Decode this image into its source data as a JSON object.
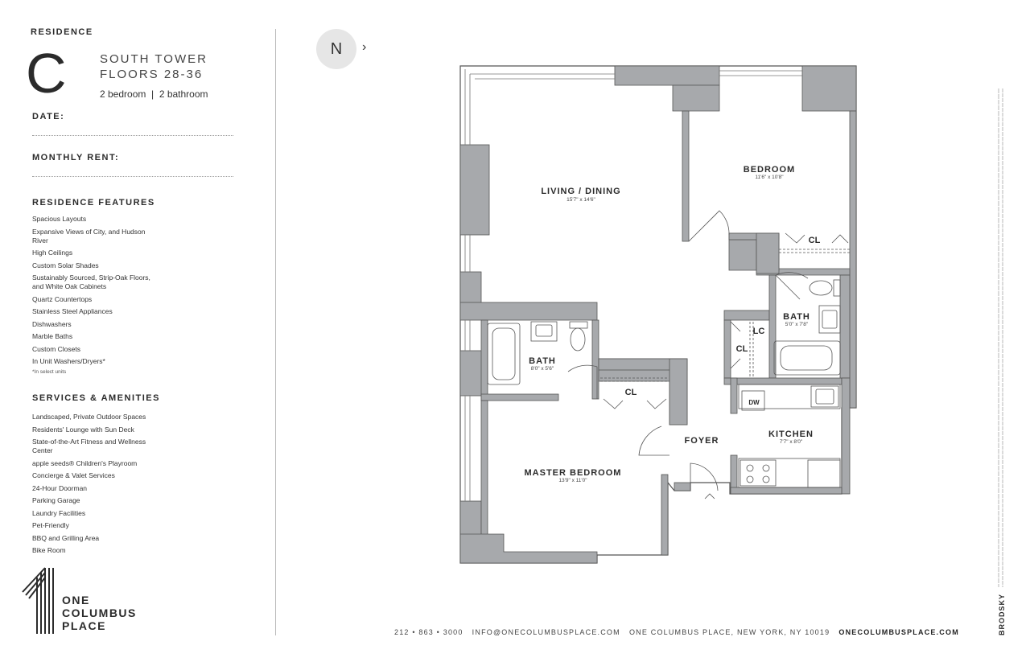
{
  "header": {
    "residence_label": "RESIDENCE",
    "residence_letter": "C",
    "tower_line1": "SOUTH TOWER",
    "tower_line2": "FLOORS 28-36",
    "bed_bath": "2 bedroom  |  2 bathroom"
  },
  "fields": {
    "date_label": "DATE:",
    "rent_label": "MONTHLY RENT:"
  },
  "features": {
    "heading": "RESIDENCE FEATURES",
    "items": [
      "Spacious Layouts",
      "Expansive Views of City, and Hudson River",
      "High Ceilings",
      "Custom Solar Shades",
      "Sustainably Sourced, Strip-Oak Floors, and White Oak Cabinets",
      "Quartz Countertops",
      "Stainless Steel Appliances",
      "Dishwashers",
      "Marble Baths",
      "Custom Closets",
      "In Unit Washers/Dryers*"
    ],
    "footnote": "*In select units"
  },
  "amenities": {
    "heading": "SERVICES & AMENITIES",
    "items": [
      "Landscaped, Private Outdoor Spaces",
      "Residents' Lounge with Sun Deck",
      "State-of-the-Art Fitness and Wellness Center",
      "apple seeds® Children's Playroom",
      "Concierge & Valet Services",
      "24-Hour Doorman",
      "Parking Garage",
      "Laundry Facilities",
      "Pet-Friendly",
      "BBQ and Grilling Area",
      "Bike Room"
    ]
  },
  "logo": {
    "line1": "ONE",
    "line2": "COLUMBUS",
    "line3": "PLACE"
  },
  "compass": {
    "letter": "N",
    "arrow": "›"
  },
  "floorplan": {
    "wall_color": "#a7a9ac",
    "rooms": {
      "living": {
        "name": "LIVING / DINING",
        "dim": "15'7\" x 14'6\""
      },
      "bedroom": {
        "name": "BEDROOM",
        "dim": "11'6\" x 10'8\""
      },
      "bath1": {
        "name": "BATH",
        "dim": "5'0\" x 7'8\""
      },
      "bath2": {
        "name": "BATH",
        "dim": "8'0\" x 5'6\""
      },
      "master": {
        "name": "MASTER BEDROOM",
        "dim": "13'9\" x 11'0\""
      },
      "kitchen": {
        "name": "KITCHEN",
        "dim": "7'7\" x 8'0\""
      },
      "foyer": {
        "name": "FOYER"
      },
      "cl1": "CL",
      "cl2": "CL",
      "cl3": "CL",
      "lc": "LC",
      "dw": "DW"
    }
  },
  "footer": {
    "phone": "212 • 863 • 3000",
    "email": "INFO@ONECOLUMBUSPLACE.COM",
    "address": "ONE COLUMBUS PLACE, NEW YORK, NY 10019",
    "website": "ONECOLUMBUSPLACE.COM"
  },
  "side": {
    "brand": "BRODSKY"
  }
}
